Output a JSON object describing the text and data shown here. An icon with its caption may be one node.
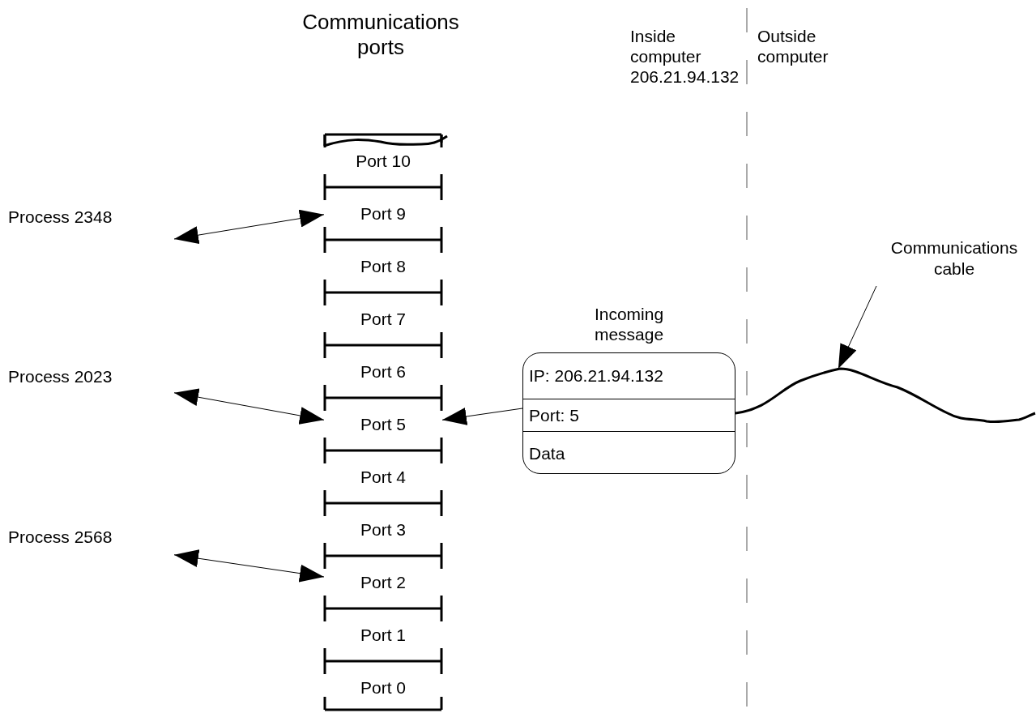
{
  "diagram": {
    "nodes": [
      {
        "text": [
          "Port 10"
        ]
      },
      {
        "text": [
          "Port 9"
        ]
      },
      {
        "text": [
          "Port 8"
        ]
      },
      {
        "text": [
          "Port 7"
        ]
      },
      {
        "text": [
          "Port 6"
        ]
      },
      {
        "text": [
          "Port 5"
        ]
      },
      {
        "text": [
          "Port 4"
        ]
      },
      {
        "text": [
          "Port 3"
        ]
      },
      {
        "text": [
          "Port 2"
        ]
      },
      {
        "text": [
          "Port 1"
        ]
      },
      {
        "text": [
          "Port 0"
        ]
      },
      {
        "text": [
          "Process 2348"
        ]
      },
      {
        "text": [
          "Process 2023"
        ]
      },
      {
        "text": [
          "Process 2568"
        ]
      },
      {
        "text": [
          "Incoming message"
        ]
      },
      {
        "text": [
          "IP: 206.21.94.132"
        ],
        "in": 14
      },
      {
        "text": [
          "Port: 5"
        ],
        "in": 14
      },
      {
        "text": [
          "Data"
        ],
        "in": 14
      },
      {
        "text": [
          "Communications cable"
        ]
      },
      {
        "text": [],
        "shape": "cable"
      }
    ],
    "edges": [
      {
        "from": 11,
        "to": 1,
        "arrow": "both"
      },
      {
        "from": 12,
        "to": 5,
        "arrow": "both"
      },
      {
        "from": 13,
        "to": 8,
        "arrow": "both"
      },
      {
        "from": 16,
        "to": 5,
        "arrow": "to"
      },
      {
        "from": 18,
        "to": 19,
        "arrow": "to"
      }
    ],
    "labels": [
      "Communications ports",
      "Inside computer",
      "206.21.94.132",
      "Outside computer"
    ]
  }
}
